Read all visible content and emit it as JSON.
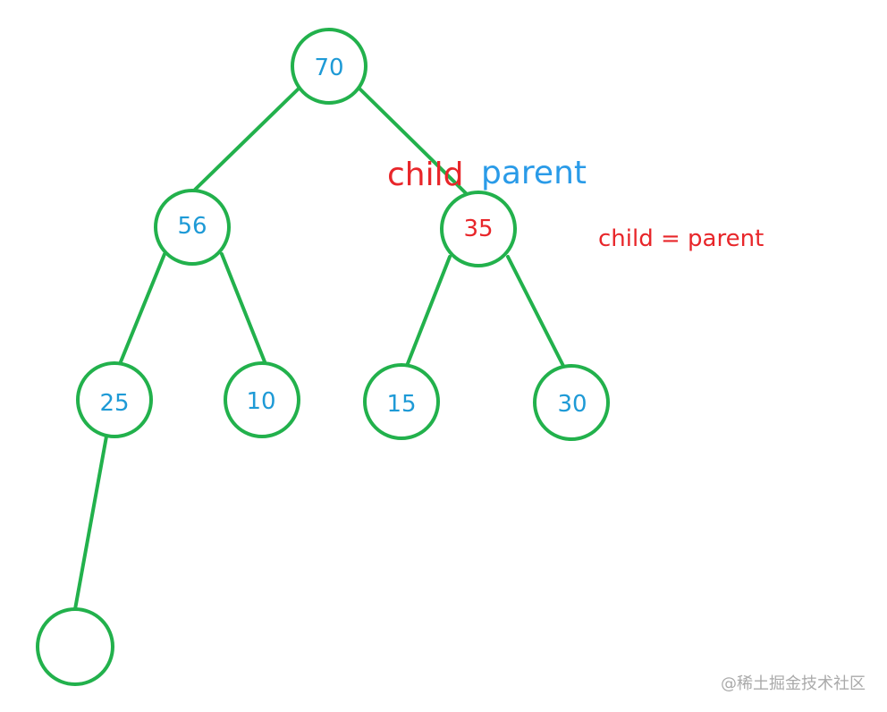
{
  "colors": {
    "edge": "#22b14c",
    "node_text": "#1e9ad6",
    "highlight_text": "#e8262a",
    "annotation_blue": "#2a9be8",
    "watermark": "#aaaaaa",
    "background": "#ffffff"
  },
  "nodes": {
    "n70": "70",
    "n56": "56",
    "n35": "35",
    "n25": "25",
    "n10": "10",
    "n15": "15",
    "n30": "30",
    "nEmpty": ""
  },
  "annotations": {
    "child_label": "child",
    "parent_label": "parent",
    "assignment": "child = parent"
  },
  "watermark": "@稀土掘金技术社区"
}
